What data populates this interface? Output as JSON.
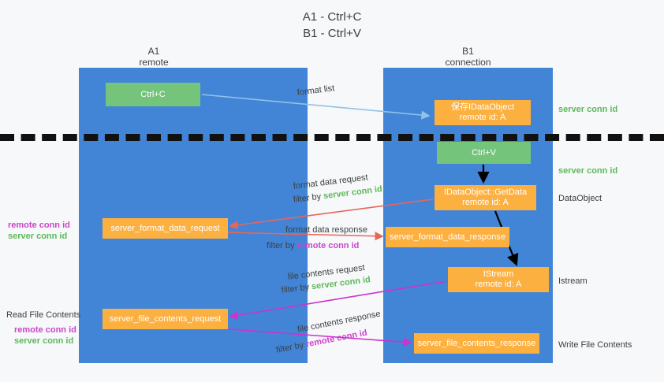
{
  "title": {
    "line1": "A1 - Ctrl+C",
    "line2": "B1 - Ctrl+V"
  },
  "lanes": [
    {
      "name": "A1",
      "sub": "remote"
    },
    {
      "name": "B1",
      "sub": "connection"
    }
  ],
  "boxes": {
    "ctrl_c": "Ctrl+C",
    "save_idataobject_l1": "保存IDataObject",
    "save_idataobject_l2": "remote id: A",
    "ctrl_v": "Ctrl+V",
    "getdata_l1": "IDataObject::GetData",
    "getdata_l2": "remote id: A",
    "format_data_request": "server_format_data_request",
    "format_data_response": "server_format_data_response",
    "istream_l1": "IStream",
    "istream_l2": "remote id: A",
    "file_contents_request": "server_file_contents_request",
    "file_contents_response": "server_file_contents_response"
  },
  "edge_labels": {
    "format_list": "format list",
    "format_data_request": "format data request",
    "format_data_request_filter_prefix": "filter by ",
    "format_data_request_filter_value": "server conn id",
    "format_data_response": "format data response",
    "format_data_response_filter_prefix": "filter by ",
    "format_data_response_filter_value": "remote conn id",
    "file_contents_request": "file contents request",
    "file_contents_request_filter_prefix": "filter by ",
    "file_contents_request_filter_value": "server conn id",
    "file_contents_response": "file contents response",
    "file_contents_response_filter_prefix": "filter by ",
    "file_contents_response_filter_value": "remote conn id"
  },
  "right_labels": {
    "server_conn_id_top": "server conn id",
    "server_conn_id_mid": "server conn id",
    "dataobject": "DataObject",
    "istream": "Istream",
    "write_file_contents": "Write File Contents"
  },
  "left_labels": {
    "remote_conn_id_top": "remote conn id",
    "server_conn_id_top": "server conn id",
    "read_file_contents": "Read File Contents",
    "remote_conn_id_bottom": "remote conn id",
    "server_conn_id_bottom": "server conn id"
  },
  "colors": {
    "lane": "#4285d6",
    "green_box": "#74c47c",
    "orange_box": "#fcb040",
    "green_text": "#5cb85c",
    "magenta_text": "#cc44cc",
    "arrow_blue": "#8fc3e8",
    "arrow_red": "#e8655a",
    "arrow_magenta": "#cc33cc",
    "arrow_black": "#000000",
    "background": "#f7f8f9"
  }
}
